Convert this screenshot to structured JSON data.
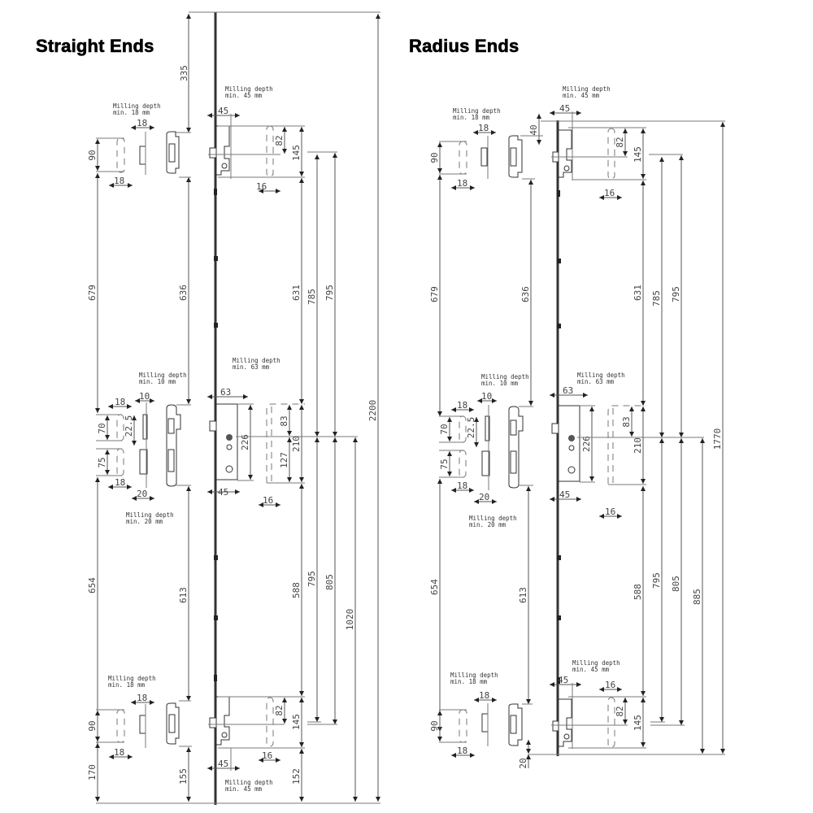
{
  "panels": [
    {
      "title": "Straight Ends",
      "overall_height": "2200",
      "notes": {
        "top_keeper": [
          "Milling depth",
          "min. 18 mm"
        ],
        "top_lock": [
          "Milling depth",
          "min. 45 mm"
        ],
        "center_keeper": [
          "Milling depth",
          "min. 10 mm"
        ],
        "center_lock": [
          "Milling depth",
          "min. 63 mm"
        ],
        "lower_keeper": [
          "Milling depth",
          "min. 20 mm"
        ],
        "bottom_keeper": [
          "Milling depth",
          "min. 18 mm"
        ],
        "bottom_lock": [
          "Milling depth",
          "min. 45 mm"
        ]
      },
      "dims": {
        "top_offset": "335",
        "top_lock_width": "45",
        "top_keeper_width": "18",
        "top_slot_height": "90",
        "top_slot_width": "18",
        "top_hook_82": "82",
        "top_hook_145": "145",
        "top_handle_16": "16",
        "left_679": "679",
        "left_636": "636",
        "mid_631": "631",
        "mid_785": "785",
        "mid_795": "795",
        "center_10": "10",
        "center_18a": "18",
        "center_70": "70",
        "center_22_5": "22.5",
        "center_75": "75",
        "center_18b": "18",
        "center_20": "20",
        "center_63": "63",
        "center_226": "226",
        "center_83": "83",
        "center_127": "127",
        "center_210": "210",
        "center_45": "45",
        "center_16": "16",
        "left_654": "654",
        "left_613": "613",
        "mid_588": "588",
        "mid_795b": "795",
        "mid_805": "805",
        "right_1020": "1020",
        "bottom_18a": "18",
        "bottom_90": "90",
        "bottom_18b": "18",
        "bottom_82": "82",
        "bottom_145": "145",
        "bottom_45": "45",
        "bottom_16": "16",
        "bottom_170": "170",
        "bottom_155": "155",
        "bottom_152": "152"
      }
    },
    {
      "title": "Radius Ends",
      "overall_height": "1770",
      "notes": {
        "top_keeper": [
          "Milling depth",
          "min. 18 mm"
        ],
        "top_lock": [
          "Milling depth",
          "min. 45 mm"
        ],
        "center_keeper": [
          "Milling depth",
          "min. 10 mm"
        ],
        "center_lock": [
          "Milling depth",
          "min. 63 mm"
        ],
        "lower_keeper": [
          "Milling depth",
          "min. 20 mm"
        ],
        "bottom_keeper": [
          "Milling depth",
          "min. 18 mm"
        ],
        "bottom_lock": [
          "Milling depth",
          "min. 45 mm"
        ]
      },
      "dims": {
        "top_offset": "40",
        "top_lock_width": "45",
        "top_keeper_width": "18",
        "top_slot_height": "90",
        "top_slot_width": "18",
        "top_hook_82": "82",
        "top_hook_145": "145",
        "top_handle_16": "16",
        "left_679": "679",
        "left_636": "636",
        "mid_631": "631",
        "mid_785": "785",
        "mid_795": "795",
        "center_10": "10",
        "center_18a": "18",
        "center_70": "70",
        "center_22_5": "22.5",
        "center_75": "75",
        "center_18b": "18",
        "center_20": "20",
        "center_63": "63",
        "center_226": "226",
        "center_83": "83",
        "center_210": "210",
        "center_45": "45",
        "center_16": "16",
        "left_654": "654",
        "left_613": "613",
        "mid_588": "588",
        "mid_795b": "795",
        "mid_805": "805",
        "right_885": "885",
        "bottom_18a": "18",
        "bottom_90": "90",
        "bottom_18b": "18",
        "bottom_82": "82",
        "bottom_145": "145",
        "bottom_45": "45",
        "bottom_16": "16",
        "bottom_20": "20"
      }
    }
  ]
}
